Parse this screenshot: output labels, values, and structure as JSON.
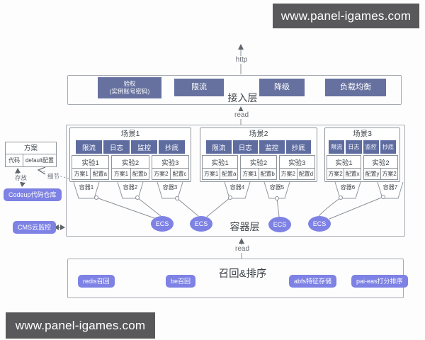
{
  "watermarks": {
    "top": "www.panel-igames.com",
    "bottom": "www.panel-igames.com"
  },
  "arrows": {
    "http": "http",
    "read_top": "read",
    "read_bottom": "read"
  },
  "access_layer": {
    "title": "接入层",
    "modules": [
      "验权\n(实例账号密码)",
      "限流",
      "降级",
      "负载均衡"
    ]
  },
  "container_layer": {
    "title": "容器层",
    "ecs": [
      "ECS",
      "ECS",
      "ECS",
      "ECS"
    ],
    "scenes": [
      {
        "title": "场景1",
        "tags": [
          "限流",
          "日志",
          "监控",
          "抄底"
        ],
        "experiments": [
          {
            "name": "实验1",
            "cells": [
              "方案1",
              "配置a"
            ]
          },
          {
            "name": "实验2",
            "cells": [
              "方案1",
              "配置b"
            ]
          },
          {
            "name": "实验3",
            "cells": [
              "方案2",
              "配置c"
            ]
          }
        ],
        "containers": [
          "容器1",
          "容器2",
          "容器3"
        ]
      },
      {
        "title": "场景2",
        "tags": [
          "限流",
          "日志",
          "监控",
          "抄底"
        ],
        "experiments": [
          {
            "name": "实验1",
            "cells": [
              "方案1",
              "配置a"
            ]
          },
          {
            "name": "实验2",
            "cells": [
              "方案1",
              "配置b"
            ]
          },
          {
            "name": "实验3",
            "cells": [
              "方案2",
              "配置d"
            ]
          }
        ],
        "containers": [
          "容器4",
          "容器5"
        ]
      },
      {
        "title": "场景3",
        "tags": [
          "限流",
          "日志",
          "监控",
          "抄底"
        ],
        "experiments": [
          {
            "name": "实验1",
            "cells": [
              "方案2",
              "配置x"
            ]
          },
          {
            "name": "实验2",
            "cells": [
              "配置y",
              "方案2"
            ]
          }
        ],
        "containers": [
          "容器6",
          "容器7"
        ]
      }
    ]
  },
  "left_panel": {
    "plan_box": {
      "title": "方案",
      "cell_left": "代码",
      "cell_right": "default配置"
    },
    "store_label": "存放",
    "detail_label": "细节",
    "codeup_badge": "Codeup代码仓库",
    "cms_badge": "CMS云监控"
  },
  "recall_layer": {
    "title": "召回&排序",
    "badges": [
      "redis召回",
      "be召回",
      "abfs特征存储",
      "pai-eas打分排序"
    ]
  },
  "colors": {
    "module_blue": "#66719f",
    "tag_blue": "#5f6ca0",
    "badge_purple": "#7e82e4",
    "watermark_bg": "#59595b",
    "border_gray": "#8f959c",
    "text_dark": "#3d4349"
  }
}
